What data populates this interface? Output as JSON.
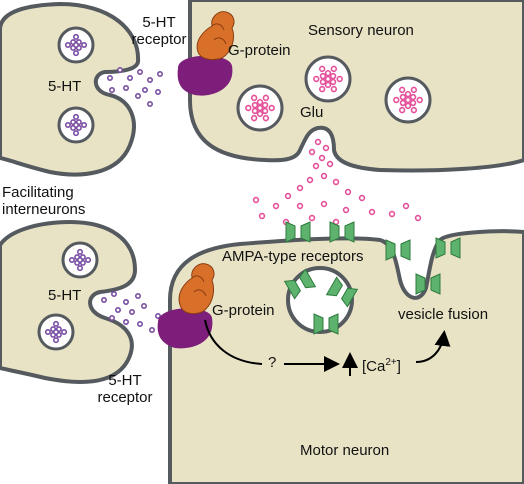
{
  "labels": {
    "top_receptor": [
      "5-HT",
      "receptor"
    ],
    "g_protein_top": "G-protein",
    "sensory_neuron": "Sensory neuron",
    "five_ht_top": "5-HT",
    "glu": "Glu",
    "facilitating": [
      "Facilitating",
      "interneurons"
    ],
    "ampa": "AMPA-type receptors",
    "five_ht_bottom": "5-HT",
    "g_protein_bottom": "G-protein",
    "vesicle_fusion": "vesicle fusion",
    "question": "?",
    "calcium": "[Ca",
    "calcium_sup": "2+",
    "calcium_close": "]",
    "bottom_receptor": [
      "5-HT",
      "receptor"
    ],
    "motor_neuron": "Motor neuron"
  },
  "colors": {
    "cell_fill": "#e9e3c6",
    "membrane": "#555a5f",
    "serotonin": "#7a4ea3",
    "glutamate": "#e4509a",
    "receptor_5ht": "#7d1f7a",
    "g_protein": "#d8702a",
    "ampa": "#5db36d"
  }
}
